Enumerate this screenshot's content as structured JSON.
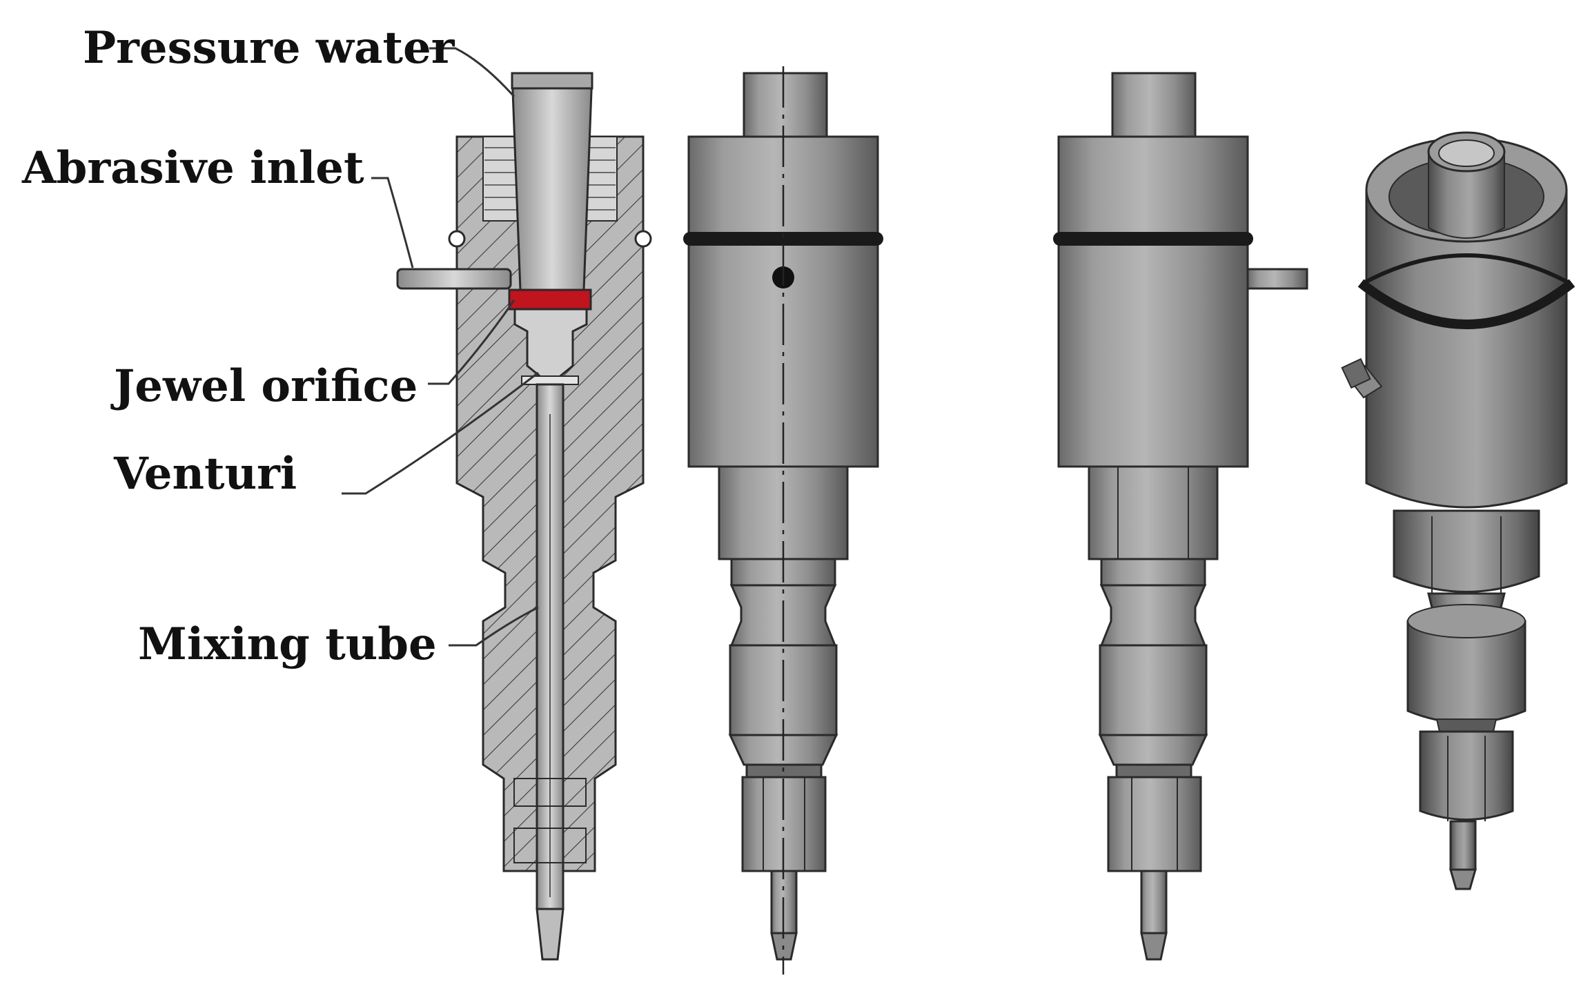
{
  "labels": {
    "pressure_water": "Pressure water",
    "abrasive_inlet": "Abrasive inlet",
    "jewel_orifice": "Jewel orifice",
    "venturi": "Venturi",
    "mixing_tube": "Mixing tube"
  },
  "colors": {
    "body_fill": "#9a9a9a",
    "body_light": "#c8c8c8",
    "body_dark": "#5c5c5c",
    "outline": "#2a2a2a",
    "section_fill": "#b4b4b4",
    "jewel": "#c0141e",
    "oring": "#1a1a1a"
  }
}
